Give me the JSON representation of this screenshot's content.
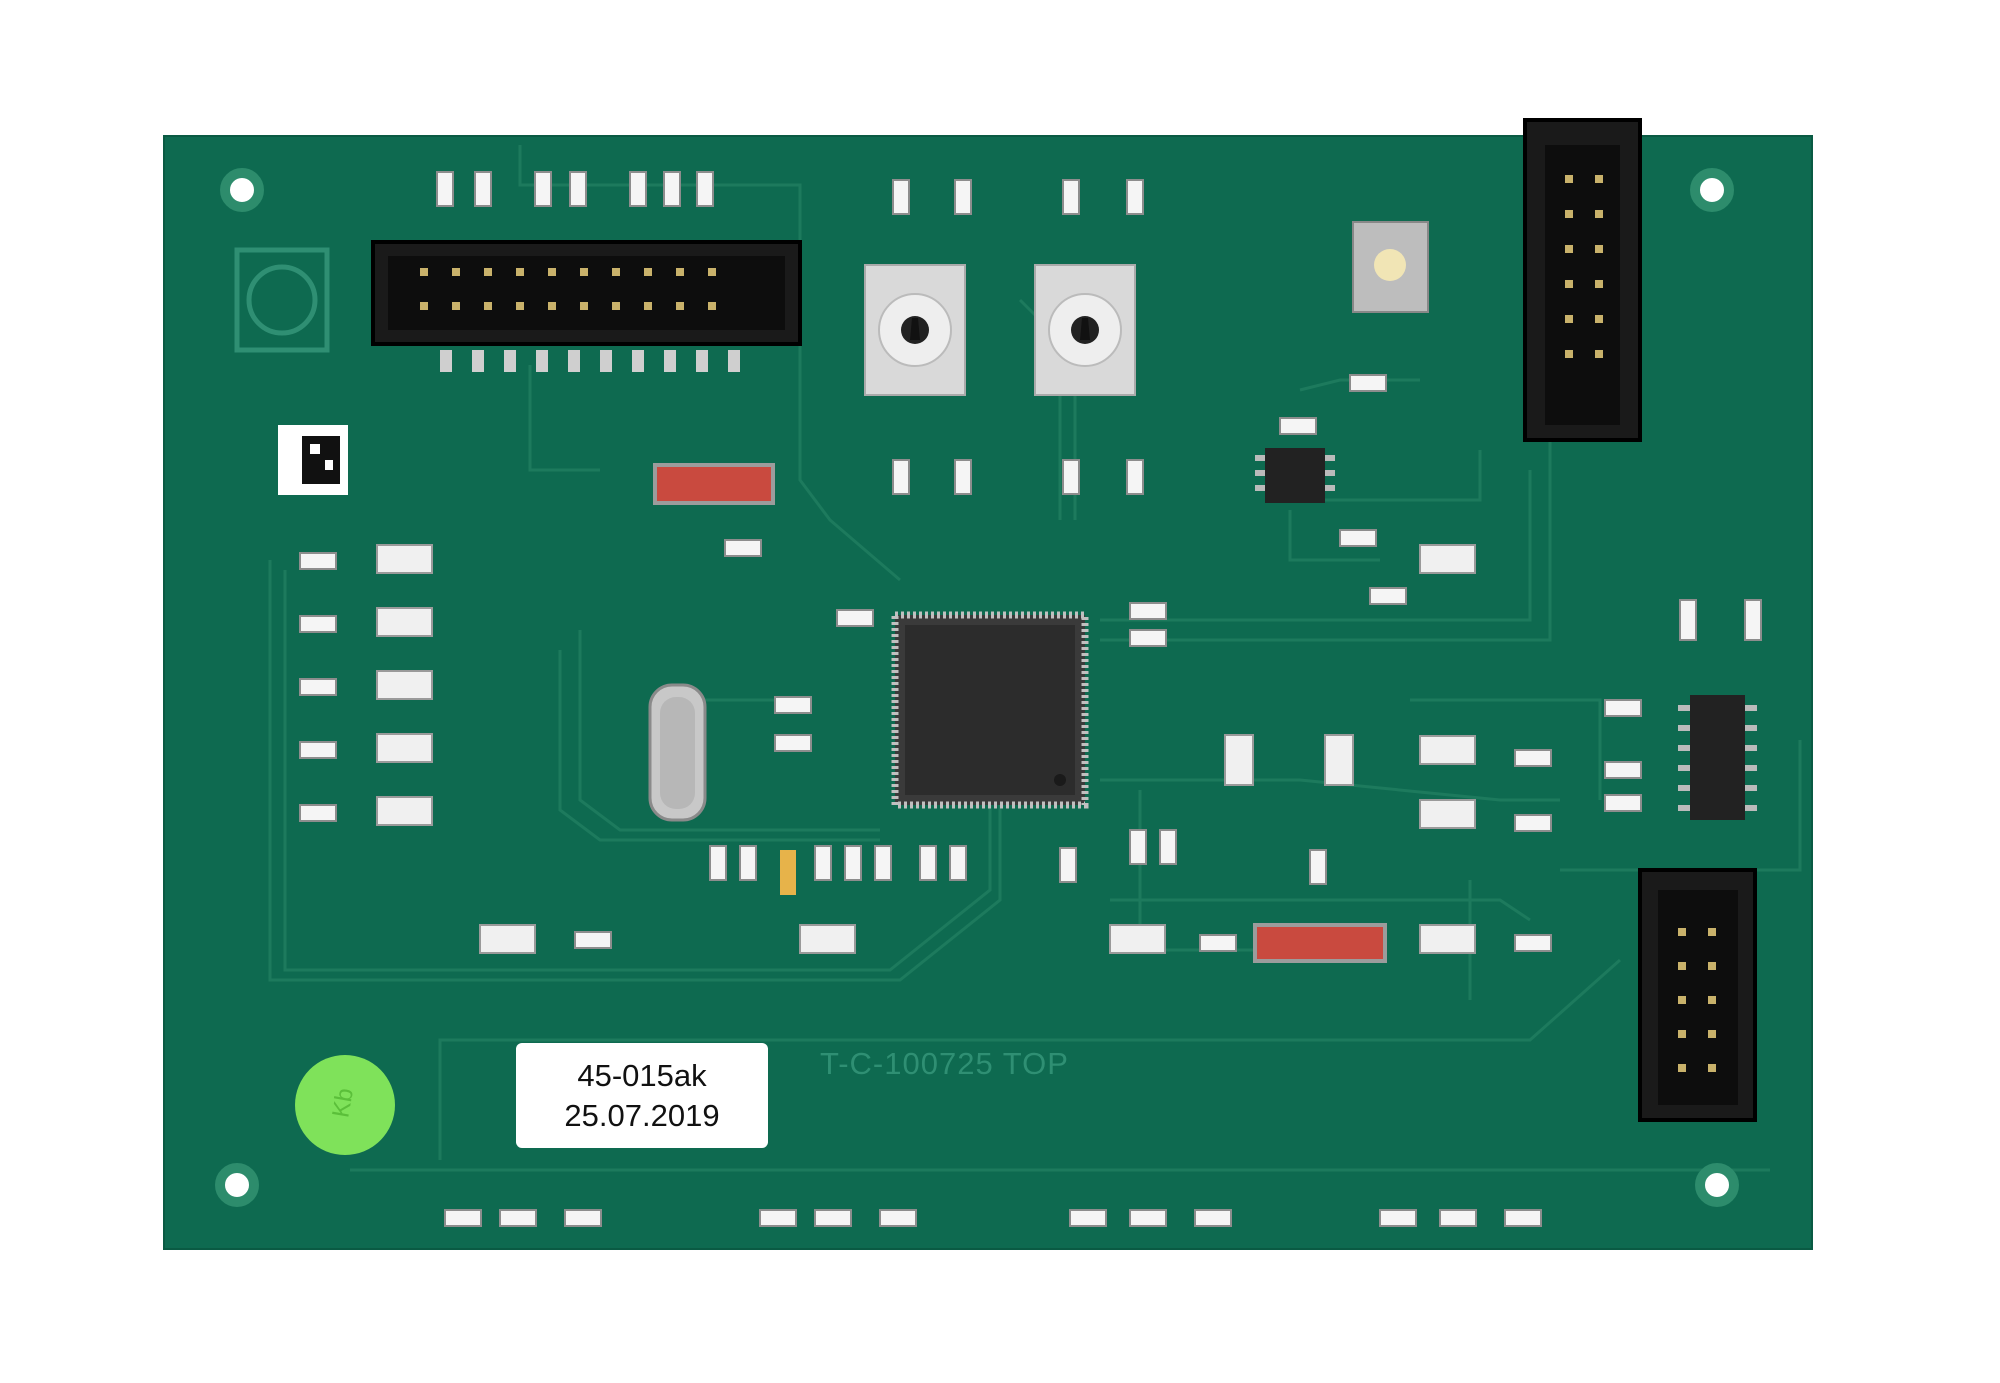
{
  "board": {
    "label_line_1": "45-015ak",
    "label_line_2": "25.07.2019",
    "silkscreen_text": "T-C-100725 TOP",
    "sticker_text": "Kb",
    "colors": {
      "solder_mask": "#0e6a50",
      "label": "#ffffff",
      "sticker": "#7fe25a",
      "switch": "#c94a3f"
    }
  }
}
